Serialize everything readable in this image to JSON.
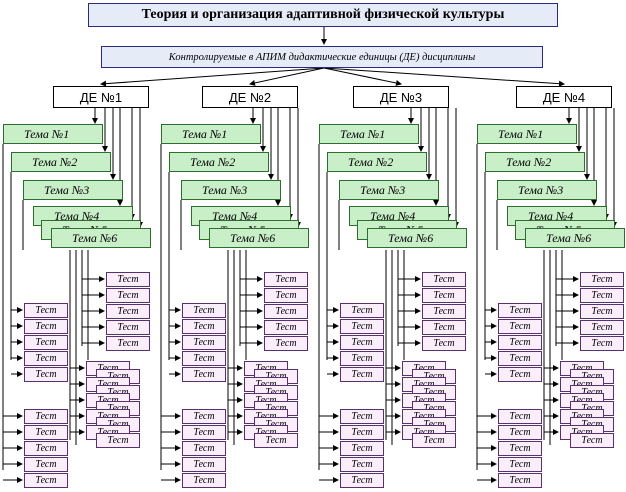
{
  "title": "Теория и организация адаптивной физической культуры",
  "subtitle": "Контролируемые в АПИМ дидактические единицы (ДЕ) дисциплины",
  "colors": {
    "header_fill": "#e6ebf8",
    "topic_fill": "#c9efc9",
    "test_fill": "#fbeefb",
    "line": "#000000"
  },
  "units": [
    {
      "label": "ДЕ №1",
      "topics": [
        "Тема №1",
        "Тема №2",
        "Тема №3",
        "Тема №4",
        "Тема №5",
        "Тема №6"
      ],
      "test_label": "Тест"
    },
    {
      "label": "ДЕ №2",
      "topics": [
        "Тема №1",
        "Тема №2",
        "Тема №3",
        "Тема №4",
        "Тема №5",
        "Тема №6"
      ],
      "test_label": "Тест"
    },
    {
      "label": "ДЕ №3",
      "topics": [
        "Тема №1",
        "Тема №2",
        "Тема №3",
        "Тема №4",
        "Тема №5",
        "Тема №6"
      ],
      "test_label": "Тест"
    },
    {
      "label": "ДЕ №4",
      "topics": [
        "Тема №1",
        "Тема №2",
        "Тема №3",
        "Тема №4",
        "Тема №5",
        "Тема №6"
      ],
      "test_label": "Тест"
    }
  ]
}
